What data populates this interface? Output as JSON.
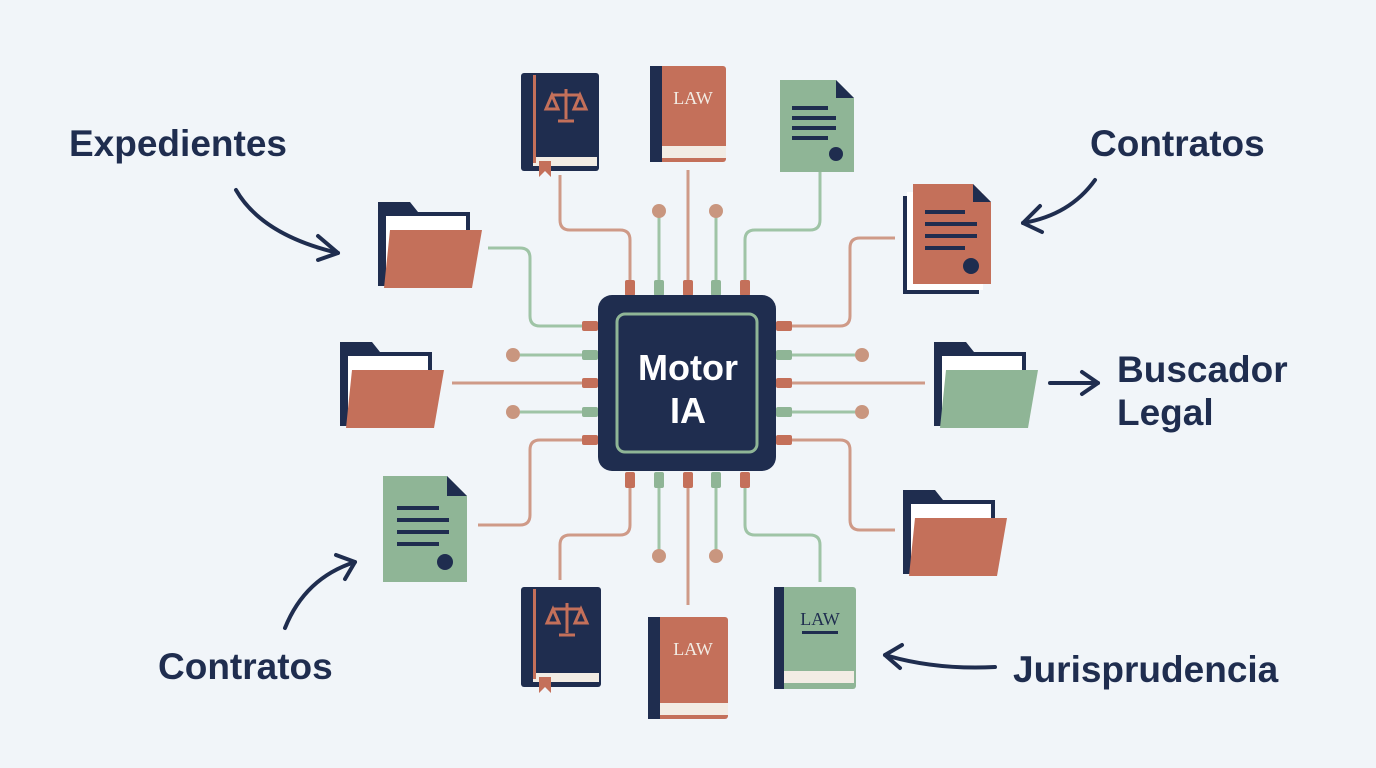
{
  "chip": {
    "line1": "Motor",
    "line2": "IA"
  },
  "labels": {
    "expedientes": "Expedientes",
    "contratos_top": "Contratos",
    "buscador_line1": "Buscador",
    "buscador_line2": "Legal",
    "contratos_bottom": "Contratos",
    "jurisprudencia": "Jurisprudencia"
  },
  "books": {
    "law_text": "LAW"
  },
  "icons": [
    "folder-icon",
    "law-book-icon",
    "scales-book-icon",
    "document-icon",
    "arrow-icon",
    "chip-icon"
  ],
  "colors": {
    "navy": "#1f2d4f",
    "terracotta": "#c4705a",
    "sage": "#8fb596",
    "background": "#f1f5f9"
  }
}
